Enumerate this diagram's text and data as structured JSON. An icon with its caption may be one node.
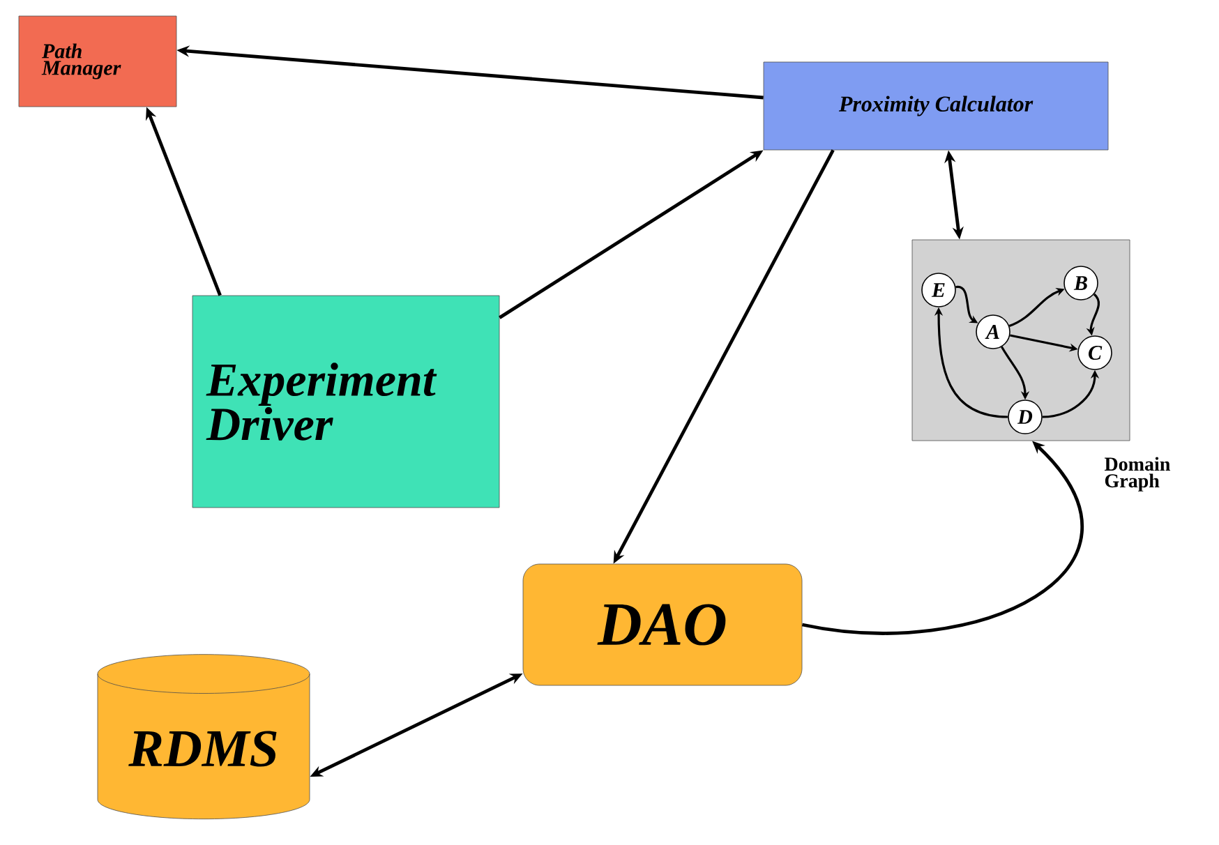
{
  "diagram": {
    "nodes": [
      {
        "text": [
          "Path Manager"
        ]
      },
      {
        "text": [
          "Proximity Calculator"
        ]
      },
      {
        "text": [],
        "shape": "box",
        "beside": [
          "Domain Graph"
        ]
      },
      {
        "text": [
          "E"
        ],
        "in": 2
      },
      {
        "text": [
          "A"
        ],
        "in": 2
      },
      {
        "text": [
          "B"
        ],
        "in": 2
      },
      {
        "text": [
          "C"
        ],
        "in": 2
      },
      {
        "text": [
          "D"
        ],
        "in": 2
      },
      {
        "text": [
          "Experiment Driver"
        ]
      },
      {
        "text": [
          "DAO"
        ]
      },
      {
        "text": [
          "RDMS"
        ]
      }
    ],
    "edges": [
      {
        "from": 1,
        "to": 0,
        "arrow": "to"
      },
      {
        "from": 8,
        "to": 0,
        "arrow": "to"
      },
      {
        "from": 8,
        "to": 1,
        "arrow": "to"
      },
      {
        "from": 1,
        "to": 9,
        "arrow": "to"
      },
      {
        "from": 1,
        "to": 2,
        "arrow": "both"
      },
      {
        "from": 9,
        "to": 2,
        "arrow": "to"
      },
      {
        "from": 10,
        "to": 9,
        "arrow": "both"
      },
      {
        "from": 3,
        "to": 4,
        "arrow": "to"
      },
      {
        "from": 4,
        "to": 5,
        "arrow": "to"
      },
      {
        "from": 5,
        "to": 6,
        "arrow": "to"
      },
      {
        "from": 4,
        "to": 6,
        "arrow": "to"
      },
      {
        "from": 4,
        "to": 7,
        "arrow": "to"
      },
      {
        "from": 7,
        "to": 3,
        "arrow": "to"
      },
      {
        "from": 7,
        "to": 6,
        "arrow": "to"
      }
    ]
  }
}
